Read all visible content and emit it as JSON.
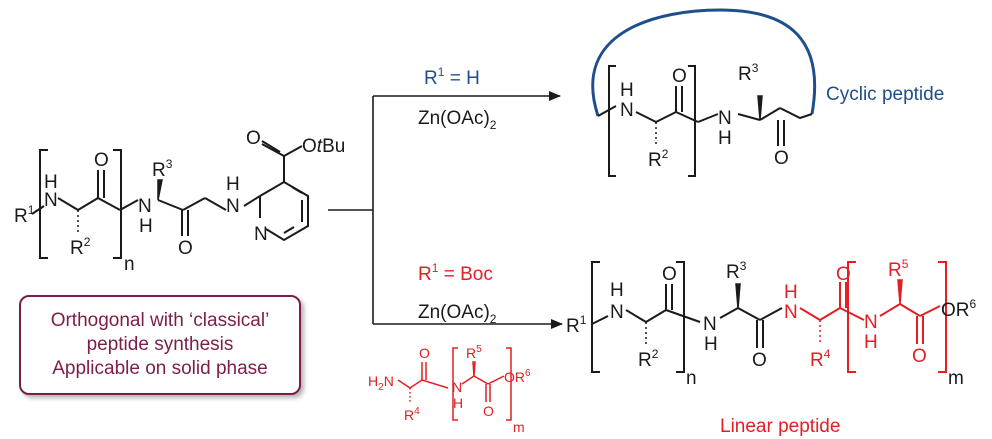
{
  "start": {
    "r1": "R",
    "r1_sup": "1",
    "nh": "NH",
    "h": "H",
    "n": "N",
    "r2": "R",
    "r2_sup": "2",
    "r3": "R",
    "r3_sup": "3",
    "o": "O",
    "n_index": "n",
    "ester_pre": "O",
    "ester_t": "t",
    "ester_bu": "Bu"
  },
  "top_condition": {
    "r": "R",
    "sup": "1",
    "rest": " = H",
    "reagent": "Zn(OAc)",
    "reagent_sub": "2",
    "color": "#1f4e8c"
  },
  "bottom_condition": {
    "r": "R",
    "sup": "1",
    "rest": " = Boc",
    "reagent": "Zn(OAc)",
    "reagent_sub": "2",
    "color": "#e31e24"
  },
  "cyclic": {
    "label": "Cyclic peptide",
    "h": "H",
    "n": "N",
    "o": "O",
    "r2": "R",
    "r2_sup": "2",
    "r3": "R",
    "r3_sup": "3"
  },
  "linear": {
    "label": "Linear peptide",
    "r1": "R",
    "r1_sup": "1",
    "h": "H",
    "n": "N",
    "o": "O",
    "r2": "R",
    "r2_sup": "2",
    "r3": "R",
    "r3_sup": "3",
    "r4": "R",
    "r4_sup": "4",
    "r5": "R",
    "r5_sup": "5",
    "or6": "OR",
    "or6_sup": "6",
    "n_index": "n",
    "m_index": "m"
  },
  "reagent_small": {
    "h2n": "H",
    "h2n_sub": "2",
    "h2n_n": "N",
    "o": "O",
    "n": "N",
    "h": "H",
    "r4": "R",
    "r4_sup": "4",
    "r5": "R",
    "r5_sup": "5",
    "or6": "OR",
    "or6_sup": "6",
    "m_index": "m"
  },
  "note": {
    "line1": "Orthogonal with ‘classical’",
    "line2": "peptide synthesis",
    "line3": "Applicable on solid phase",
    "color": "#7b1e4a"
  },
  "colors": {
    "ink": "#1a1a1a",
    "red": "#e31e24",
    "blue": "#1f4e8c",
    "note": "#7b1e4a"
  }
}
